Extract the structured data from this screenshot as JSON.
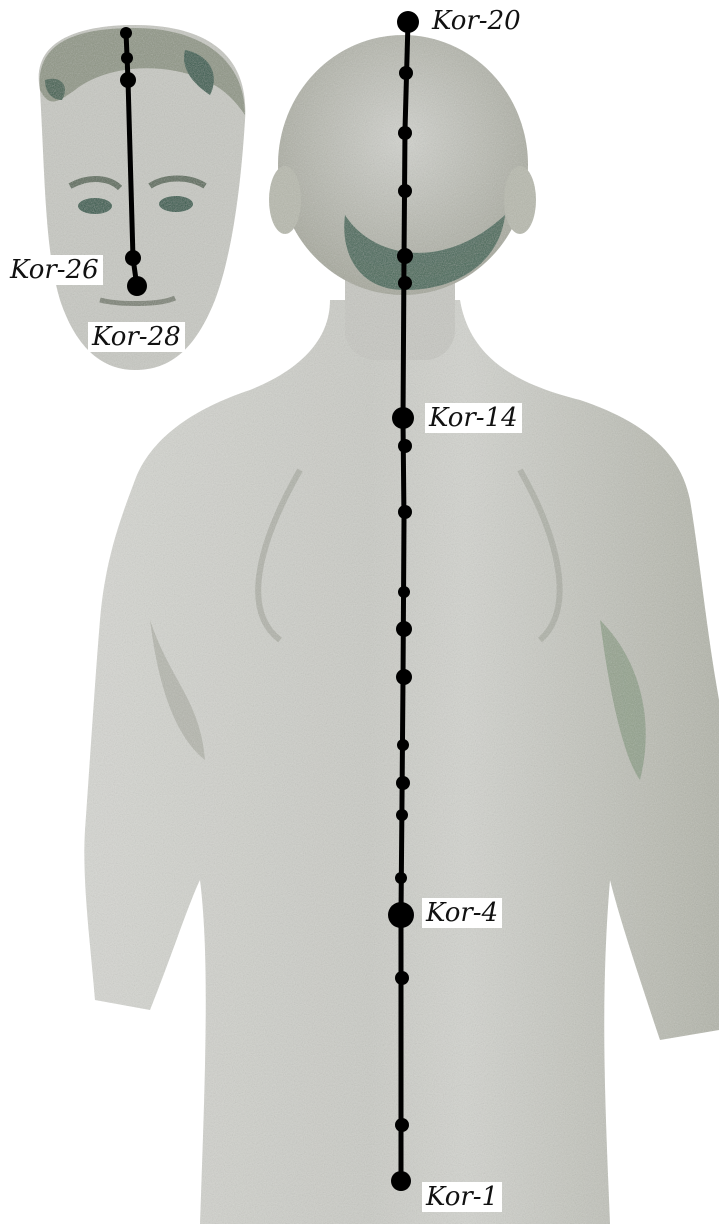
{
  "diagram": {
    "colors": {
      "background": "#ffffff",
      "skin": "#c9cac4",
      "skin_shadow": "#a9ab9f",
      "hair_dark": "#3b5f4c",
      "meridian": "#000000"
    },
    "points": {
      "kor20": "Kor-20",
      "kor14": "Kor-14",
      "kor4": "Kor-4",
      "kor1": "Kor-1",
      "kor26": "Kor-26",
      "kor28": "Kor-28"
    }
  }
}
